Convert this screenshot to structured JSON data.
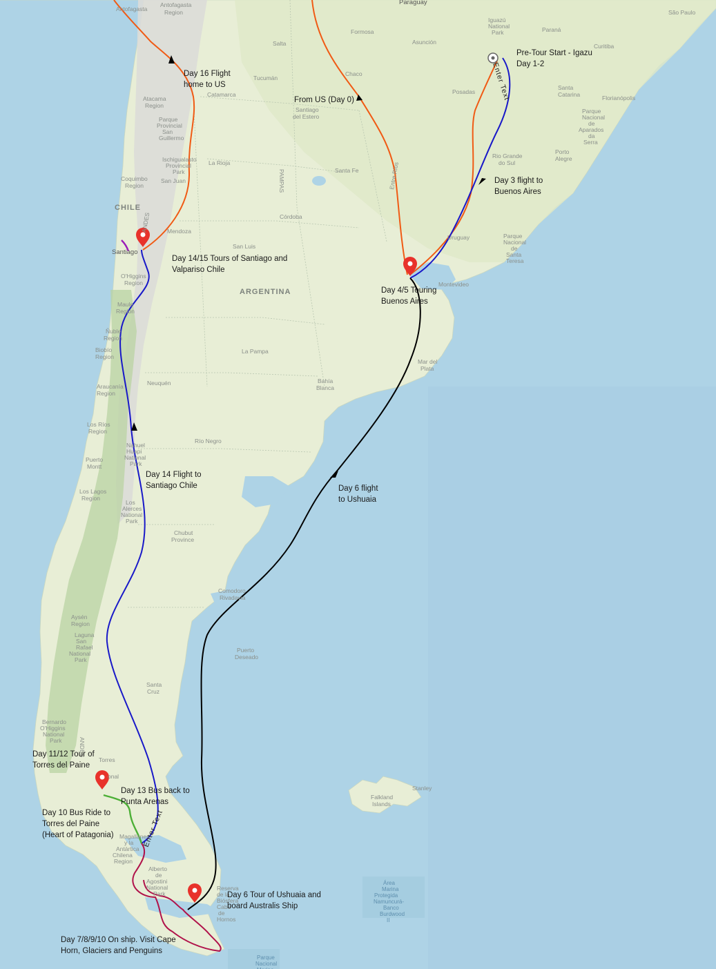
{
  "colors": {
    "ocean": "#aed3e6",
    "land": "#e8eed6",
    "land_north": "#dfe8c8",
    "mountains": "#dcdcd8",
    "forest": "#b9d3a3",
    "route_orange": "#f05a14",
    "route_blue": "#1818c8",
    "route_black": "#000000",
    "route_green": "#4caf36",
    "route_crimson": "#b0124a",
    "route_purple": "#9a1bb8",
    "marker_red": "#e8322b"
  },
  "annotations": {
    "igazu": "Pre-Tour Start - Igazu\nDay 1-2",
    "buenos_aires_flight": "Day 3 flight to\nBuenos Aires",
    "buenos_aires_touring": "Day 4/5 Touring\nBuenos Aires",
    "from_us": "From US (Day 0)",
    "flight_home": "Day 16 Flight\nhome to US",
    "santiago_tours": "Day 14/15 Tours of Santiago and\nValpariso Chile",
    "ushuaia_flight": "Day 6 flight\nto Ushuaia",
    "santiago_flight": "Day 14 Flight to\nSantiago Chile",
    "torres_tour": "Day 11/12 Tour of\nTorres del Paine",
    "bus_back": "Day 13 Bus back to\nPunta Arenas",
    "bus_ride": "Day 10 Bus Ride to\nTorres del Paine\n(Heart of Patagonia)",
    "ushuaia_tour": "Day 6 Tour of Ushuaia and\nboard Australis Ship",
    "on_ship": "Day 7/8/9/10 On ship. Visit Cape\nHorn, Glaciers and Penguins",
    "enter_text_1": "Enter Text",
    "enter_text_2": "Enter Text"
  },
  "places": {
    "antofagasta": "Antofagasta",
    "antofagasta_region": "Antofagasta\nRegion",
    "paraguay": "Paraguay",
    "sao_paulo": "São Paulo",
    "formosa": "Formosa",
    "parana": "Paraná",
    "salta": "Salta",
    "asuncion": "Asunción",
    "iguazu_park": "Iguazú\nNational\nPark",
    "curitiba": "Curitiba",
    "chaco": "Chaco",
    "tucuman": "Tucumán",
    "catamarca": "Catamarca",
    "posadas": "Posadas",
    "santa_catarina": "Santa\nCatarina",
    "florianopolis": "Florianópolis",
    "atacama": "Atacama\nRegion",
    "santiago_del_estero": "Santiago\ndel Estero",
    "parque_provincial_san_guillermo": "Parque\nProvincial\nSan\nGuillermo",
    "aparados": "Parque\nNacional\nde\nAparados\nda\nSerra",
    "rio_grande_do_sul": "Rio Grande\ndo Sul",
    "ischigualasto": "Ischigualasto\nProvincial\nPark",
    "la_rioja": "La Rioja",
    "porto_alegre": "Porto\nAlegre",
    "coquimbo": "Coquimbo\nRegion",
    "san_juan": "San Juan",
    "pampas": "PAMPAS",
    "santa_fe": "Santa Fe",
    "entre_rios": "Entre Ríos",
    "chile": "CHILE",
    "mendoza": "Mendoza",
    "cordoba": "Córdoba",
    "uruguay": "Uruguay",
    "parque_santa_teresa": "Parque\nNacional\nde\nSanta\nTeresa",
    "andes_1": "ANDES",
    "santiago": "Santiago",
    "san_luis": "San Luis",
    "ohiggins": "O'Higgins\nRegion",
    "argentina": "ARGENTINA",
    "montevideo": "Montevideo",
    "maule": "Maule\nRegion",
    "nuble": "Ñuble\nRegion",
    "biobio": "Biobío\nRegion",
    "la_pampa": "La Pampa",
    "mar_del_plata": "Mar del\nPlata",
    "araucania": "Araucanía\nRegion",
    "neuquen": "Neuquén",
    "bahia_blanca": "Bahía\nBlanca",
    "los_rios": "Los Ríos\nRegion",
    "nahuel_huapi": "Nahuel\nHuapi\nNational\nPark",
    "rio_negro": "Río Negro",
    "puerto_montt": "Puerto\nMontt",
    "los_lagos": "Los Lagos\nRegion",
    "alerces": "Los\nAlerces\nNational\nPark",
    "chubut": "Chubut\nProvince",
    "comodoro": "Comodoro\nRivadavia",
    "aysen": "Aysén\nRegion",
    "laguna_san_rafael": "Laguna\nSan\nRafael\nNational\nPark",
    "puerto_deseado": "Puerto\nDeseado",
    "santa_cruz": "Santa\nCruz",
    "bernardo_ohiggins": "Bernardo\nO'Higgins\nNational\nPark",
    "andes_2": "ANDES",
    "torres": "Torres",
    "nal": "onal",
    "stanley": "Stanley",
    "falkland": "Falkland\nIslands",
    "magallanes": "Magallanes\ny la\nAntártica\nChilena\nRegion",
    "alberto_agostini": "Alberto\nde\nAgostini\nNational\nPark",
    "area_marina": "Área\nMarina\nProtegida\nNamuncurá-\nBanco\nBurdwood\nII",
    "tierra_del_fuego": "Reserva\nde la\nBiósfera\nCabo\nde\nHornos",
    "parque_nacional": "Parque\nNacional\nMarino"
  }
}
